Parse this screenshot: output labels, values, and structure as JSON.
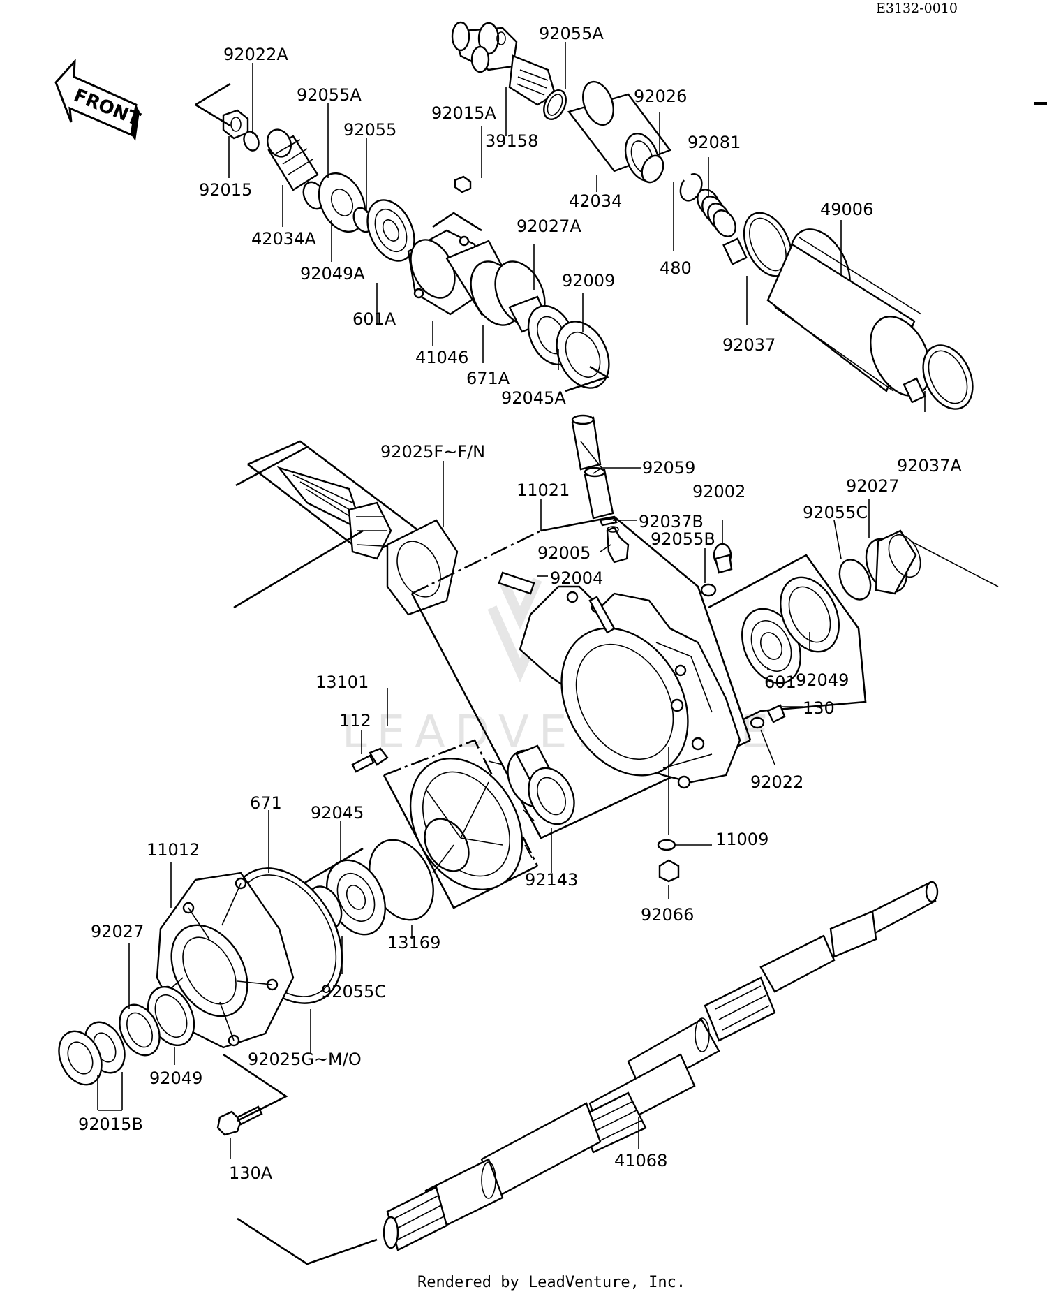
{
  "header": {
    "diagram_code": "E3132-0010",
    "front_label": "FRONT"
  },
  "watermark": "LEADVENTURE",
  "footer": {
    "credit": "Rendered by LeadVenture, Inc."
  },
  "parts": {
    "p92022A": "92022A",
    "p92055A_top": "92055A",
    "p92055A": "92055A",
    "p92055": "92055",
    "p92015A": "92015A",
    "p39158": "39158",
    "p92026": "92026",
    "p92081": "92081",
    "p92015": "92015",
    "p42034A": "42034A",
    "p92049A": "92049A",
    "p42034": "42034",
    "p49006": "49006",
    "p92027A": "92027A",
    "p480": "480",
    "p601A": "601A",
    "p92009": "92009",
    "p92037": "92037",
    "p41046": "41046",
    "p671A": "671A",
    "p92045A": "92045A",
    "p92037A": "92037A",
    "p92025F": "92025F~F/N",
    "p92059": "92059",
    "p11021": "11021",
    "p92002": "92002",
    "p92027_r": "92027",
    "p92037B": "92037B",
    "p92055C_r": "92055C",
    "p92005": "92005",
    "p92055B": "92055B",
    "p92004": "92004",
    "p92049_r": "92049",
    "p601": "601",
    "p13101": "13101",
    "p130": "130",
    "p112": "112",
    "p92022": "92022",
    "p671": "671",
    "p92045": "92045",
    "p11009": "11009",
    "p11012": "11012",
    "p92143": "92143",
    "p92066": "92066",
    "p92027_l": "92027",
    "p13169": "13169",
    "p92055C_l": "92055C",
    "p92025G": "92025G~M/O",
    "p92049_l": "92049",
    "p92015B": "92015B",
    "p130A": "130A",
    "p41068": "41068"
  }
}
